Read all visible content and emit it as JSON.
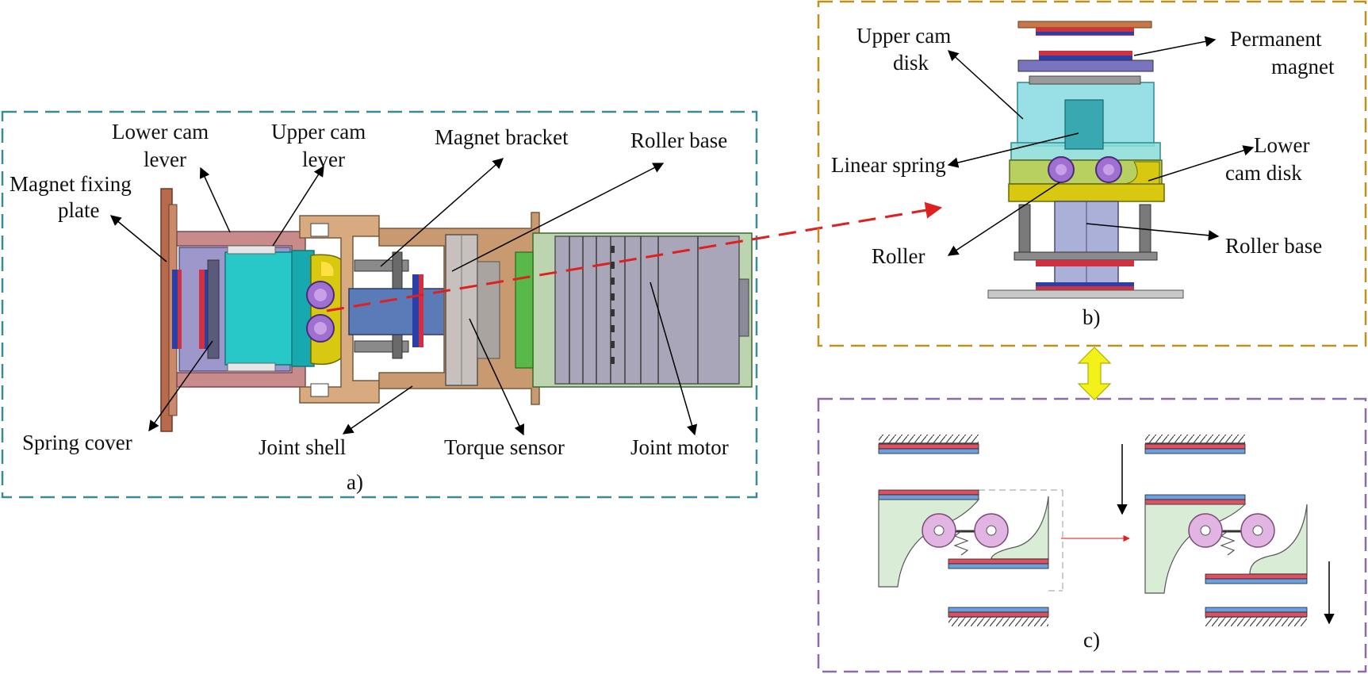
{
  "panel_a": {
    "caption": "a)",
    "labels": {
      "magnet_fixing_plate_1": "Magnet fixing",
      "magnet_fixing_plate_2": "plate",
      "lower_cam_lever_1": "Lower cam",
      "lower_cam_lever_2": "lever",
      "upper_cam_lever_1": "Upper cam",
      "upper_cam_lever_2": "lever",
      "magnet_bracket": "Magnet bracket",
      "roller_base": "Roller base",
      "spring_cover": "Spring cover",
      "joint_shell": "Joint shell",
      "torque_sensor": "Torque sensor",
      "joint_motor": "Joint motor"
    }
  },
  "panel_b": {
    "caption": "b)",
    "labels": {
      "upper_cam_disk_1": "Upper cam",
      "upper_cam_disk_2": "disk",
      "permanent_magnet_1": "Permanent",
      "permanent_magnet_2": "magnet",
      "linear_spring": "Linear spring",
      "lower_cam_disk_1": "Lower",
      "lower_cam_disk_2": "cam disk",
      "roller": "Roller",
      "roller_base": "Roller base"
    }
  },
  "panel_c": {
    "caption": "c)"
  },
  "colors": {
    "panel_a_border": "#3a8a99",
    "panel_b_border": "#c0901a",
    "panel_c_border": "#8a6aa8",
    "zoom_arrow": "#e02020",
    "link_arrow": "#f2f21a",
    "magnet_red": "#e05060",
    "magnet_blue": "#6aa0e0",
    "cam_green": "#d8ecd6",
    "roller_pink": "#e2b4e2"
  }
}
